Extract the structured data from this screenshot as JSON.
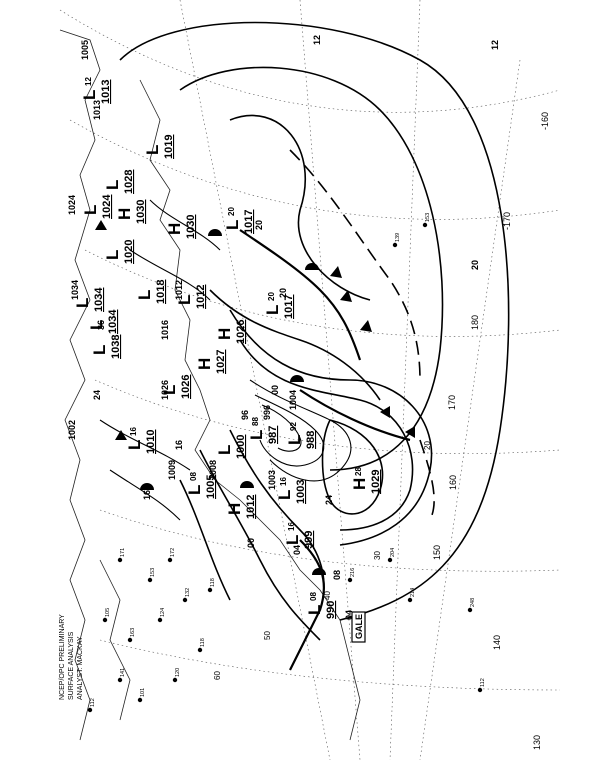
{
  "header": {
    "title_lines": [
      "NCEP/OPC PRELIMINARY",
      "SURFACE ANALYSIS",
      "ANALYST: MACKAY"
    ],
    "isobar_interval_note": ""
  },
  "warnings": {
    "gale_label": "GALE"
  },
  "pressure_centers": [
    {
      "type": "H",
      "value": "1029",
      "speed": "28"
    },
    {
      "type": "L",
      "value": "987",
      "speed": "88"
    },
    {
      "type": "L",
      "value": "988",
      "speed": "92"
    },
    {
      "type": "L",
      "value": "1000",
      "speed": ""
    },
    {
      "type": "L",
      "value": "1003",
      "speed": "16"
    },
    {
      "type": "L",
      "value": "999",
      "speed": "16"
    },
    {
      "type": "L",
      "value": "990",
      "speed": "08"
    },
    {
      "type": "L",
      "value": "1005",
      "speed": "08"
    },
    {
      "type": "H",
      "value": "1012",
      "speed": ""
    },
    {
      "type": "L",
      "value": "1017",
      "speed": "20"
    },
    {
      "type": "L",
      "value": "1017",
      "speed": "20"
    },
    {
      "type": "H",
      "value": "1030",
      "speed": ""
    },
    {
      "type": "H",
      "value": "1030",
      "speed": ""
    },
    {
      "type": "L",
      "value": "1019",
      "speed": ""
    },
    {
      "type": "L",
      "value": "1020",
      "speed": ""
    },
    {
      "type": "L",
      "value": "1018",
      "speed": ""
    },
    {
      "type": "L",
      "value": "1012",
      "speed": ""
    },
    {
      "type": "H",
      "value": "1026",
      "speed": ""
    },
    {
      "type": "L",
      "value": "1026",
      "speed": ""
    },
    {
      "type": "L",
      "value": "1034",
      "speed": ""
    },
    {
      "type": "L",
      "value": "1038",
      "speed": ""
    },
    {
      "type": "L",
      "value": "1034",
      "speed": ""
    },
    {
      "type": "H",
      "value": "1027",
      "speed": ""
    },
    {
      "type": "L",
      "value": "1010",
      "speed": "16"
    },
    {
      "type": "L",
      "value": "1013",
      "speed": "12"
    },
    {
      "type": "L",
      "value": "1028",
      "speed": ""
    },
    {
      "type": "L",
      "value": "1024",
      "speed": ""
    }
  ],
  "isobar_labels": [
    "1005",
    "1013",
    "1002",
    "1034",
    "1024",
    "1016",
    "1012",
    "1026",
    "1009",
    "1003",
    "996",
    "1004",
    "1008",
    "20",
    "12",
    "12",
    "24",
    "24",
    "36",
    "16",
    "16",
    "20",
    "20",
    "08",
    "04",
    "04",
    "00",
    "00",
    "96"
  ],
  "longitude_labels": [
    "-160",
    "-170",
    "180",
    "170",
    "160",
    "150",
    "140",
    "130"
  ],
  "latitude_labels": [
    "20",
    "30",
    "40",
    "50",
    "60"
  ],
  "stations": [
    "171",
    "153",
    "172",
    "105",
    "163",
    "124",
    "132",
    "141",
    "101",
    "120",
    "118",
    "112",
    "118",
    "204",
    "214",
    "216",
    "248",
    "112",
    "139",
    "153"
  ]
}
